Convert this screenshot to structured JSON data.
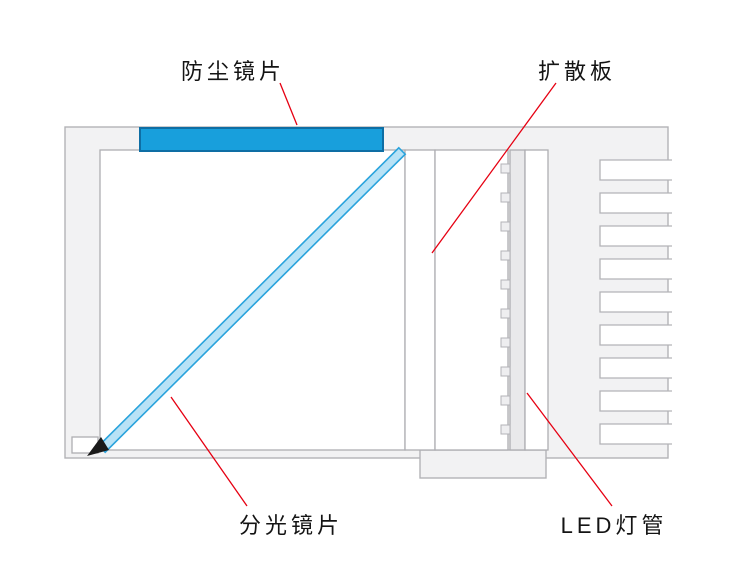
{
  "diagram": {
    "labels": {
      "dust_lens": "防尘镜片",
      "diffusion_plate": "扩散板",
      "beam_splitter": "分光镜片",
      "led_tube": "LED灯管"
    },
    "colors": {
      "lens_blue": "#189fdc",
      "splitter_fill": "#b8e2f6",
      "leader_red": "#e60012",
      "arrow_black": "#1a1a1a",
      "housing_fill": "#f2f2f3",
      "housing_stroke": "#b3b3b7"
    }
  }
}
